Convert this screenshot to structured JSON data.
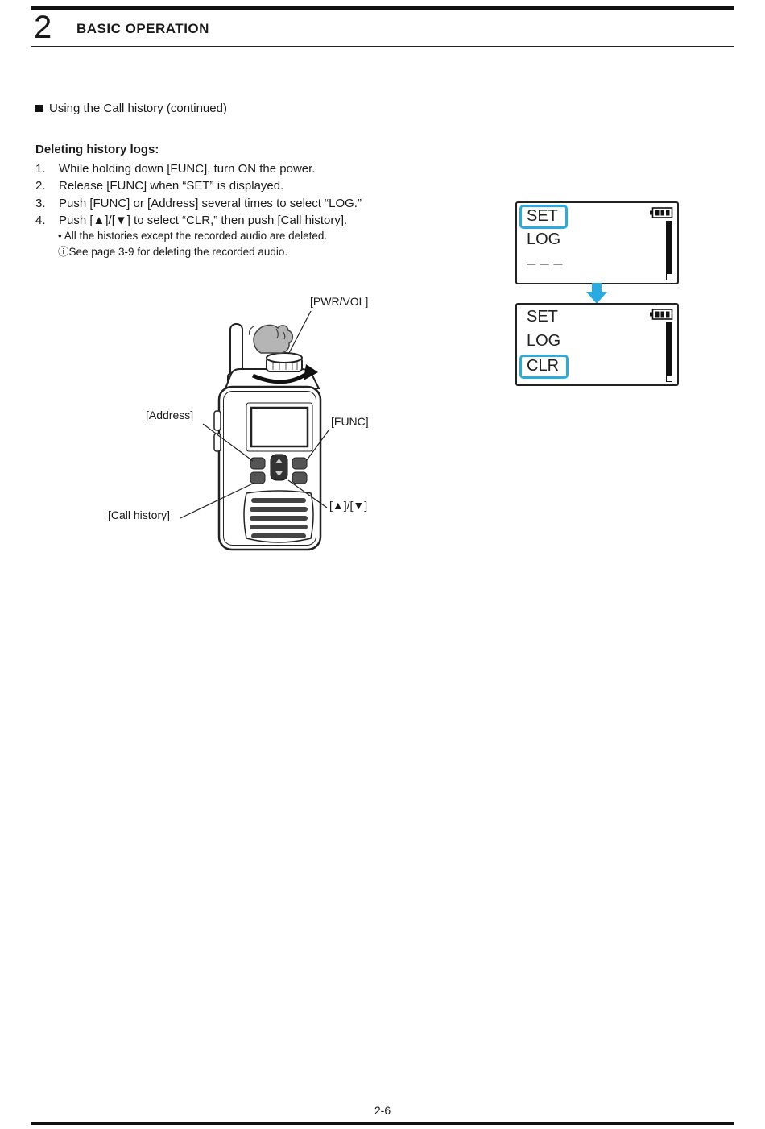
{
  "header": {
    "chapter_number": "2",
    "chapter_title": "BASIC OPERATION"
  },
  "section": {
    "bullet": "",
    "title": "Using the Call history (continued)"
  },
  "instructions": {
    "heading": "Deleting history logs:",
    "steps": [
      {
        "num": "1.",
        "text": "While holding down [FUNC], turn ON the power."
      },
      {
        "num": "2.",
        "text": "Release [FUNC] when “SET” is displayed."
      },
      {
        "num": "3.",
        "text": "Push [FUNC] or [Address] several times to select “LOG.”"
      },
      {
        "num": "4.",
        "text": "Push [▲]/[▼] to select “CLR,” then push [Call history]."
      }
    ],
    "notes": [
      "• All the histories except the recorded audio are deleted.",
      "ⓘSee page 3-9 for deleting the recorded audio."
    ]
  },
  "lcd_first": {
    "line1": "SET",
    "line2": "LOG",
    "line3": "– – –",
    "highlighted_item": "SET"
  },
  "lcd_second": {
    "line1": "SET",
    "line2": "LOG",
    "line3": "CLR",
    "highlighted_item": "CLR"
  },
  "figure_labels": {
    "pwr_vol": "[PWR/VOL]",
    "address": "[Address]",
    "func": "[FUNC]",
    "call_history": "[Call history]",
    "up_down": "[▲]/[▼]"
  },
  "footer": {
    "page_number": "2-6"
  },
  "colors": {
    "accent_blue": "#29abe2",
    "text_black": "#1a1a1a",
    "hand_gray": "#b5b5b5"
  }
}
